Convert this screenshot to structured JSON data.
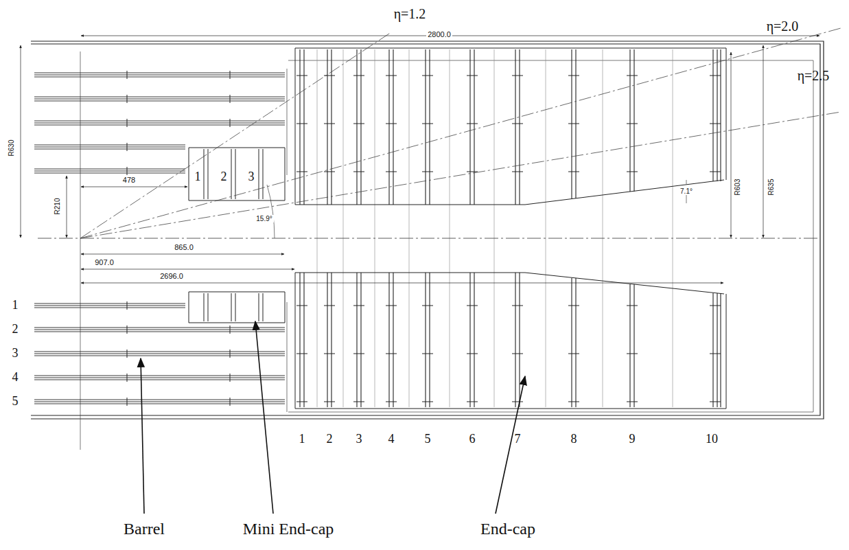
{
  "diagram": {
    "labels": [
      "η=1.2",
      "2800.0",
      "η=2.0",
      "η=2.5",
      "R630",
      "R210",
      "1",
      "2",
      "3",
      "478",
      "15.9°",
      "865.0",
      "907.0",
      "2696.0",
      "7.1°",
      "R603",
      "R635",
      "1",
      "2",
      "3",
      "4",
      "5",
      "1",
      "2",
      "3",
      "4",
      "5",
      "6",
      "7",
      "8",
      "9",
      "10",
      "Barrel",
      "Mini End-cap",
      "End-cap"
    ]
  }
}
